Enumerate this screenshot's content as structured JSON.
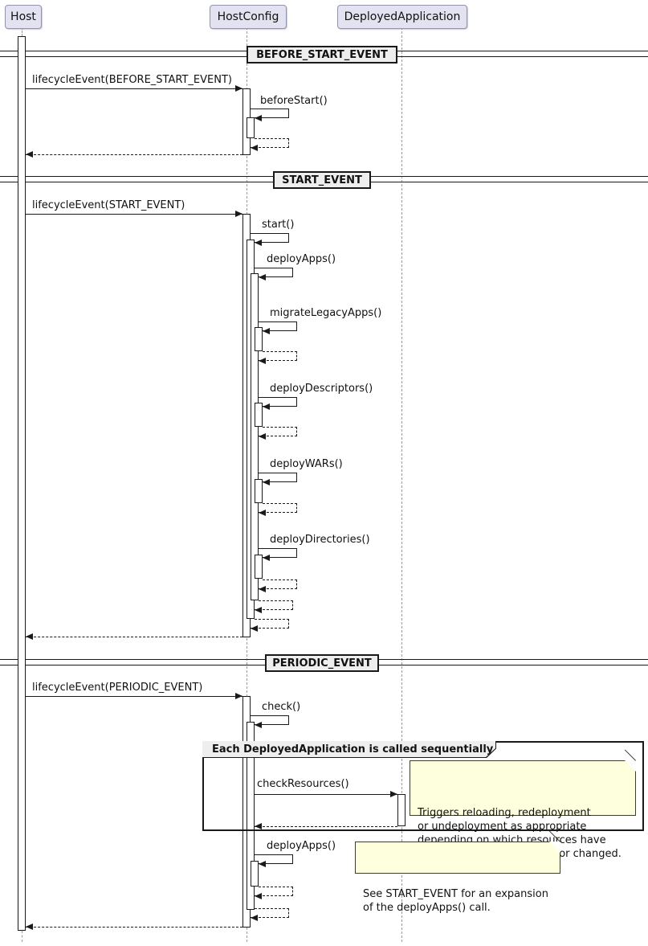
{
  "participants": {
    "host": "Host",
    "host_config": "HostConfig",
    "deployed_application": "DeployedApplication"
  },
  "dividers": {
    "before_start": "BEFORE_START_EVENT",
    "start": "START_EVENT",
    "periodic": "PERIODIC_EVENT"
  },
  "messages": {
    "lifecycle_before_start": "lifecycleEvent(BEFORE_START_EVENT)",
    "before_start": "beforeStart()",
    "lifecycle_start": "lifecycleEvent(START_EVENT)",
    "start": "start()",
    "deploy_apps": "deployApps()",
    "migrate_legacy_apps": "migrateLegacyApps()",
    "deploy_descriptors": "deployDescriptors()",
    "deploy_wars": "deployWARs()",
    "deploy_directories": "deployDirectories()",
    "lifecycle_periodic": "lifecycleEvent(PERIODIC_EVENT)",
    "check": "check()",
    "check_resources": "checkResources()",
    "deploy_apps_periodic": "deployApps()"
  },
  "group": {
    "label": "Each DeployedApplication is called sequentially"
  },
  "notes": {
    "check_resources": "Triggers reloading, redeployment\nor undeployment as appropriate\ndepending on which resources have\nbeen added, removed and/or changed.",
    "deploy_apps": "See START_EVENT for an expansion\nof the deployApps() call."
  },
  "colors": {
    "participant_fill": "#E2E2F0",
    "divider_fill": "#EEEEEE",
    "note_fill": "#FEFFDD",
    "line": "#1A1A1A"
  }
}
